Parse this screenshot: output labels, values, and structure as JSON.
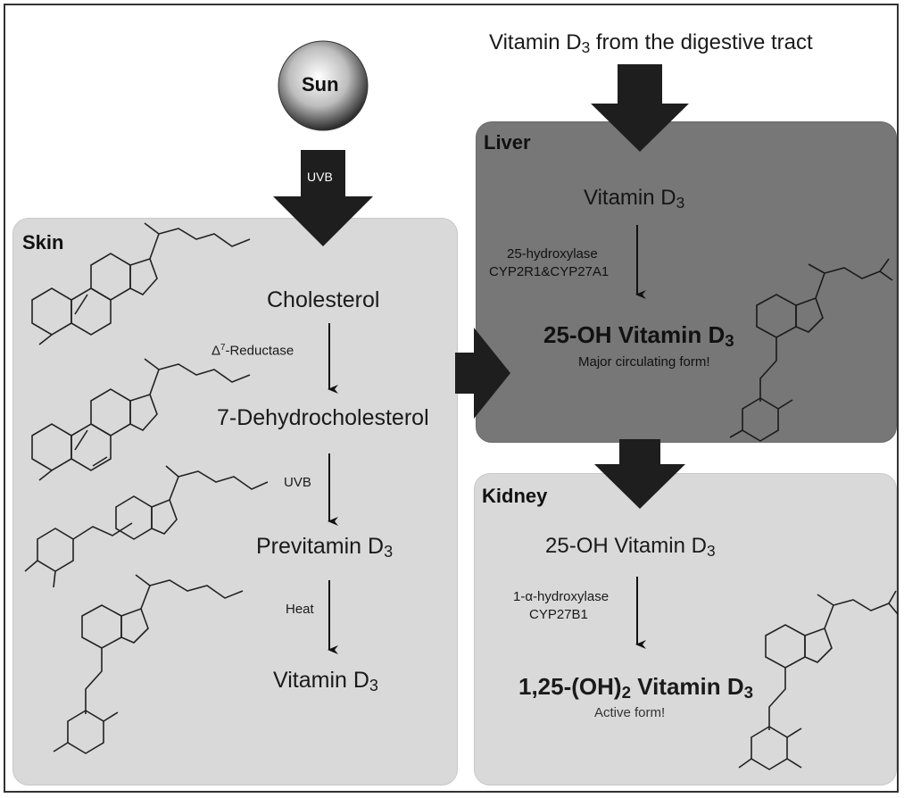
{
  "source": {
    "digestive": {
      "pre": "Vitamin D",
      "sub": "3",
      "post": " from the digestive tract"
    },
    "sun": "Sun",
    "uvb": "UVB"
  },
  "skin": {
    "title": "Skin",
    "cholesterol": "Cholesterol",
    "reductase": {
      "pre": "Δ",
      "sup": "7",
      "post": "-Reductase"
    },
    "dehydro": "7-Dehydrocholesterol",
    "uvb2": "UVB",
    "previtamin": {
      "pre": "Previtamin D",
      "sub": "3"
    },
    "heat": "Heat",
    "vitamin": {
      "pre": "Vitamin D",
      "sub": "3"
    }
  },
  "liver": {
    "title": "Liver",
    "vitamin": {
      "pre": "Vitamin D",
      "sub": "3"
    },
    "enzyme1": "25-hydroxylase",
    "enzyme2": "CYP2R1&CYP27A1",
    "product": {
      "pre": "25-OH Vitamin D",
      "sub": "3"
    },
    "note": "Major circulating form!"
  },
  "kidney": {
    "title": "Kidney",
    "substrate": {
      "pre": "25-OH Vitamin D",
      "sub": "3"
    },
    "enzyme1": "1-α-hydroxylase",
    "enzyme2": "CYP27B1",
    "product": {
      "pre": "1,25-(OH)",
      "sub": "2",
      "post": " Vitamin D",
      "sub2": "3"
    },
    "note": "Active form!"
  },
  "colors": {
    "arrow": "#1e1e1e",
    "liver_bg": "#777777",
    "panel_bg": "#d9d9d9"
  }
}
